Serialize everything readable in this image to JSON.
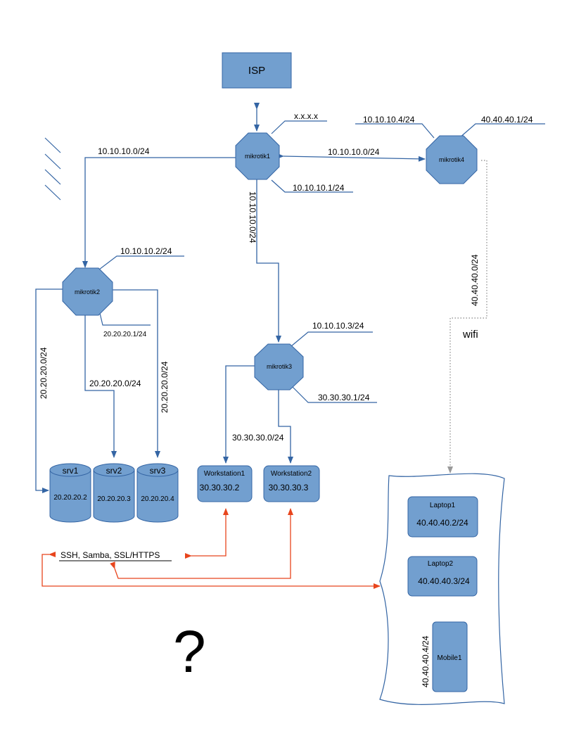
{
  "nodes": {
    "isp": "ISP",
    "mikrotik1": "mikrotik1",
    "mikrotik2": "mikrotik2",
    "mikrotik3": "mikrotik3",
    "mikrotik4": "mikrotik4",
    "srv1": {
      "name": "srv1",
      "ip": "20.20.20.2"
    },
    "srv2": {
      "name": "srv2",
      "ip": "20.20.20.3"
    },
    "srv3": {
      "name": "srv3",
      "ip": "20.20.20.4"
    },
    "workstation1": {
      "name": "Workstation1",
      "ip": "30.30.30.2"
    },
    "workstation2": {
      "name": "Workstation2",
      "ip": "30.30.30.3"
    },
    "laptop1": {
      "name": "Laptop1",
      "ip": "40.40.40.2/24"
    },
    "laptop2": {
      "name": "Laptop2",
      "ip": "40.40.40.3/24"
    },
    "mobile1": {
      "name": "Mobile1",
      "ip": "40.40.40.4/24"
    }
  },
  "labels": {
    "m1_wan": "x.x.x.x",
    "m1_lan": "10.10.10.1/24",
    "link_m1_m2": "10.10.10.0/24",
    "link_m1_m4": "10.10.10.0/24",
    "link_m1_m3": "10.10.10.0/24",
    "m4_left": "10.10.10.4/24",
    "m4_right": "40.40.40.1/24",
    "link_m4_wifi": "40.40.40.0/24",
    "wifi": "wifi",
    "m2_top": "10.10.10.2/24",
    "m2_bottom": "20.20.20.1/24",
    "link_m2_srv1": "20.20.20.0/24",
    "link_m2_srv2": "20.20.20.0/24",
    "link_m2_srv3": "20.20.20.0/24",
    "m3_top": "10.10.10.3/24",
    "m3_bottom": "30.30.30.1/24",
    "link_m3_ws": "30.30.30.0/24",
    "services": "SSH, Samba, SSL/HTTPS",
    "question": "?"
  }
}
